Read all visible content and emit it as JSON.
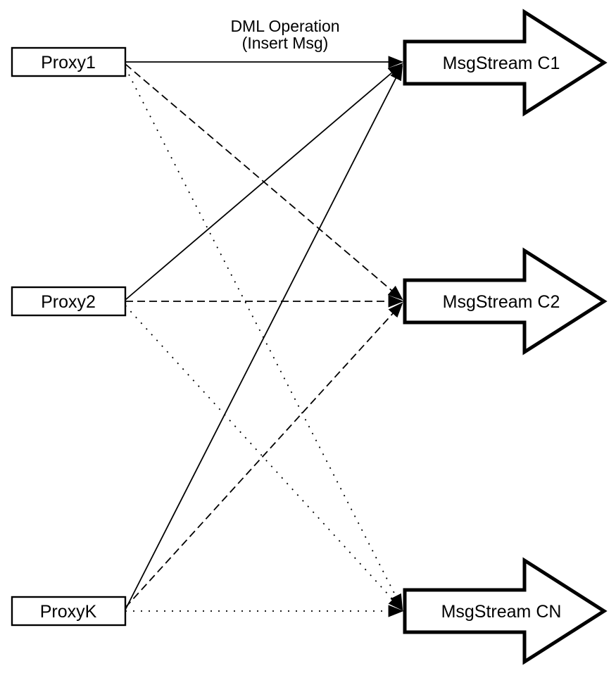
{
  "diagram": {
    "annotation": {
      "line1": "DML Operation",
      "line2": "(Insert Msg)"
    },
    "proxies": [
      {
        "id": "proxy1",
        "label": "Proxy1"
      },
      {
        "id": "proxy2",
        "label": "Proxy2"
      },
      {
        "id": "proxyk",
        "label": "ProxyK"
      }
    ],
    "streams": [
      {
        "id": "c1",
        "label": "MsgStream C1",
        "incoming_line_style": "solid"
      },
      {
        "id": "c2",
        "label": "MsgStream C2",
        "incoming_line_style": "dashed"
      },
      {
        "id": "cn",
        "label": "MsgStream CN",
        "incoming_line_style": "dotted"
      }
    ],
    "edges": [
      {
        "from": "Proxy1",
        "to": "MsgStream C1",
        "style": "solid"
      },
      {
        "from": "Proxy2",
        "to": "MsgStream C1",
        "style": "solid"
      },
      {
        "from": "ProxyK",
        "to": "MsgStream C1",
        "style": "solid"
      },
      {
        "from": "Proxy1",
        "to": "MsgStream C2",
        "style": "dashed"
      },
      {
        "from": "Proxy2",
        "to": "MsgStream C2",
        "style": "dashed"
      },
      {
        "from": "ProxyK",
        "to": "MsgStream C2",
        "style": "dashed"
      },
      {
        "from": "Proxy1",
        "to": "MsgStream CN",
        "style": "dotted"
      },
      {
        "from": "Proxy2",
        "to": "MsgStream CN",
        "style": "dotted"
      },
      {
        "from": "ProxyK",
        "to": "MsgStream CN",
        "style": "dotted"
      }
    ],
    "colors": {
      "stroke": "#000000",
      "fill": "#ffffff",
      "background": "#ffffff"
    }
  }
}
